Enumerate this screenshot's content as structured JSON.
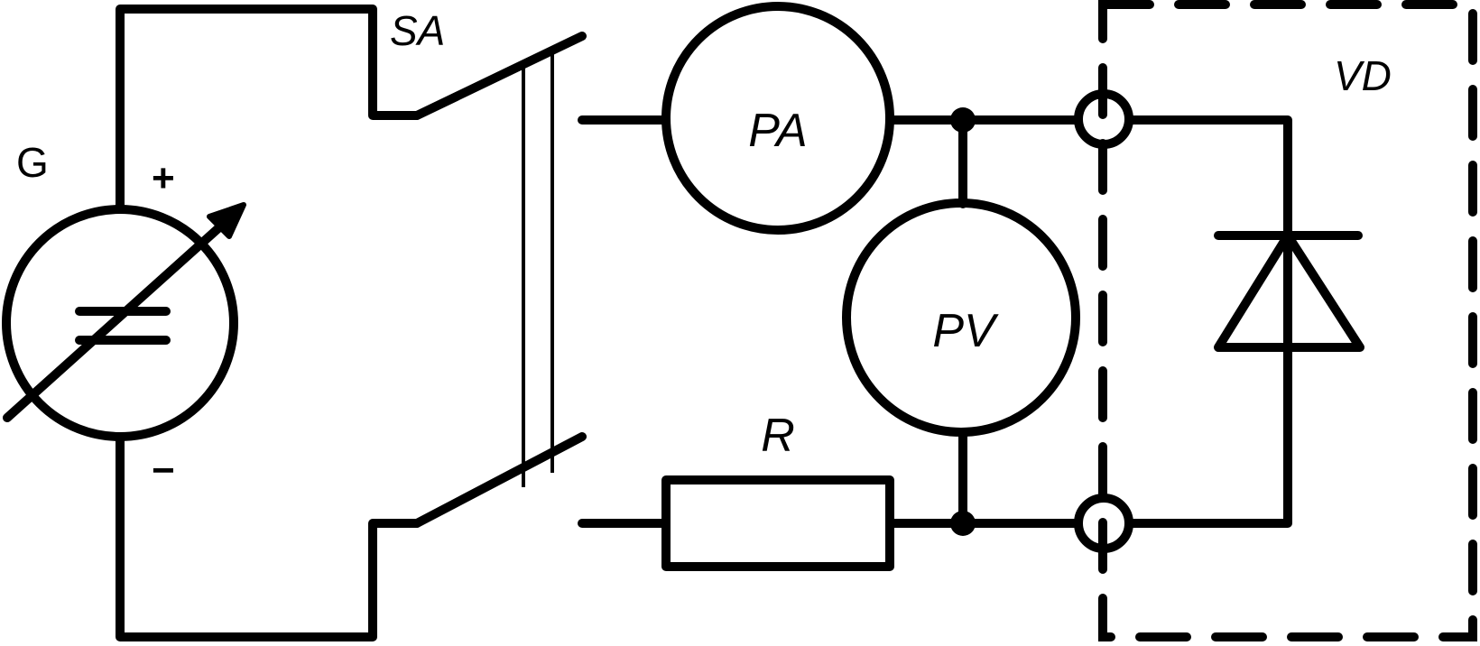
{
  "diagram": {
    "title": "Diode I-V measurement circuit",
    "colors": {
      "stroke": "#000000",
      "background": "#ffffff"
    },
    "components": {
      "source": {
        "ref": "G",
        "symbol": "adjustable-dc-source",
        "plus": "+",
        "minus": "−"
      },
      "switch": {
        "ref": "SA",
        "symbol": "double-pole-switch"
      },
      "ammeter": {
        "ref": "PA",
        "symbol": "ammeter"
      },
      "voltmeter": {
        "ref": "PV",
        "symbol": "voltmeter"
      },
      "resistor": {
        "ref": "R",
        "symbol": "resistor"
      },
      "diode": {
        "ref": "VD",
        "symbol": "diode-under-test",
        "enclosure": "dashed"
      }
    },
    "connections": [
      "G+ → SA (upper pole)",
      "SA (upper) → PA → node1",
      "node1 → PV → node2",
      "node1 → terminal1 → VD cathode",
      "G− → SA (lower pole)",
      "SA (lower) → R → node2",
      "node2 → terminal2 → VD anode"
    ]
  }
}
